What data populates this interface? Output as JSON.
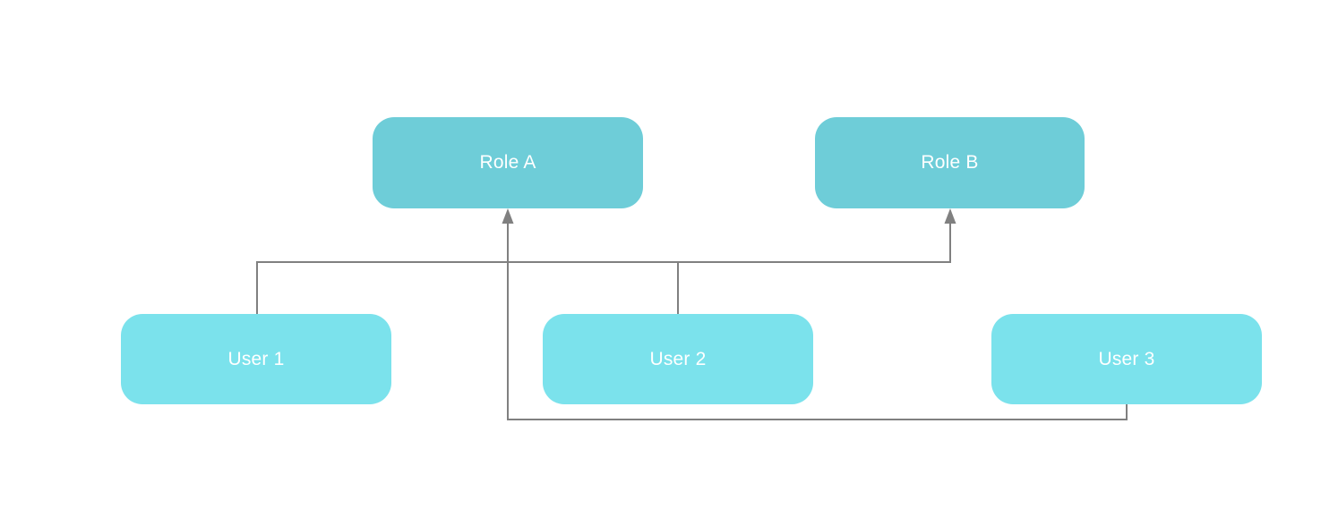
{
  "diagram": {
    "background_color": "#ffffff",
    "colors": {
      "role_fill": "#6ECDD8",
      "user_fill": "#7BE2EC",
      "connector": "#808080",
      "label_text": "#ffffff"
    },
    "nodes": [
      {
        "id": "role-a",
        "label": "Role A",
        "type": "role"
      },
      {
        "id": "role-b",
        "label": "Role B",
        "type": "role"
      },
      {
        "id": "user-1",
        "label": "User 1",
        "type": "user"
      },
      {
        "id": "user-2",
        "label": "User 2",
        "type": "user"
      },
      {
        "id": "user-3",
        "label": "User 3",
        "type": "user"
      }
    ],
    "edges": [
      {
        "from": "User 1",
        "to": "Role B",
        "style": "orthogonal",
        "arrow_at": "Role B bottom"
      },
      {
        "from": "User 2",
        "to": "Role B",
        "style": "orthogonal, merges into User 1 trunk",
        "arrow_at": "Role B bottom (shared)"
      },
      {
        "from": "User 3",
        "to": "Role A",
        "style": "orthogonal, routed below user row",
        "arrow_at": "Role A bottom"
      }
    ]
  }
}
